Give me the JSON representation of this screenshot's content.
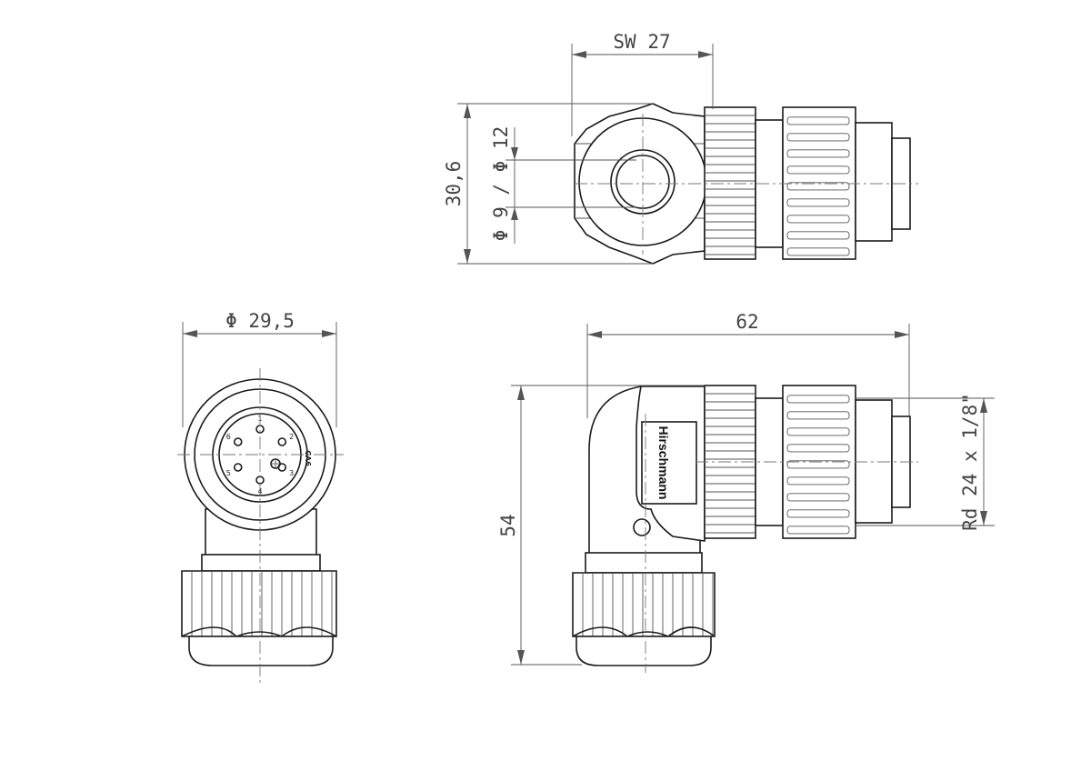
{
  "dimensions": {
    "sw": "SW 27",
    "height_top": "30,6",
    "bore": "Φ 9 / Φ 12",
    "diameter": "Φ 29,5",
    "length": "62",
    "height_side": "54",
    "thread": "Rd 24 x 1/8\""
  },
  "labels": {
    "brand": "Hirschmann",
    "coding": "CA6",
    "pins": [
      "1",
      "2",
      "3",
      "4",
      "5",
      "6"
    ]
  }
}
